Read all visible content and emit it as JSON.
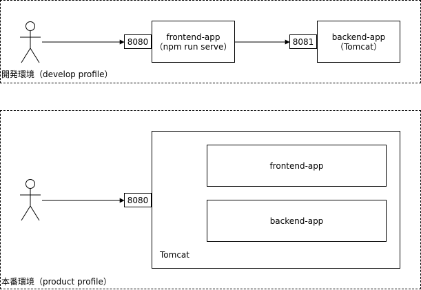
{
  "colors": {
    "stroke": "#000000",
    "background": "#ffffff"
  },
  "regions": {
    "develop": {
      "label": "開発環境（develop profile）"
    },
    "product": {
      "label": "本番環境（product profile）"
    }
  },
  "develop": {
    "actor_icon": "person-icon",
    "frontend_port": "8080",
    "frontend_title": "frontend-app",
    "frontend_subtitle": "（npm run serve）",
    "backend_port": "8081",
    "backend_title": "backend-app",
    "backend_subtitle": "（Tomcat）"
  },
  "product": {
    "actor_icon": "person-icon",
    "tomcat_port": "8080",
    "tomcat_label": "Tomcat",
    "frontend_title": "frontend-app",
    "backend_title": "backend-app"
  }
}
